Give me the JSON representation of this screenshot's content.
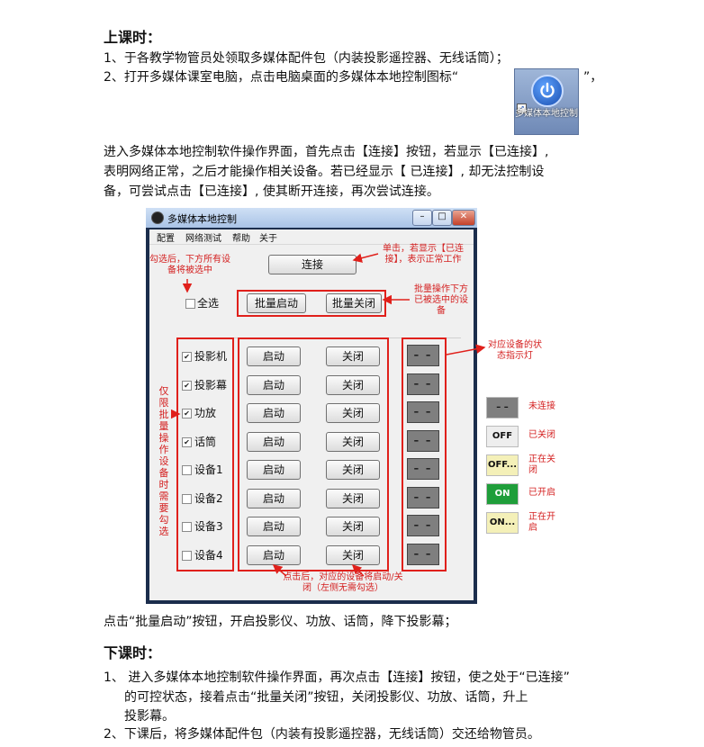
{
  "section1": {
    "heading": "上课时：",
    "item1": "1、于各教学物管员处领取多媒体配件包（内装投影遥控器、无线话筒）；",
    "item2": "2、打开多媒体课室电脑，点击电脑桌面的多媒体本地控制图标“",
    "item2_end": "”，",
    "para_line1": "进入多媒体本地控制软件操作界面，首先点击【连接】按钮，若显示【已连接】,",
    "para_line2": "表明网络正常，之后才能操作相关设备。若已经显示【 已连接】, 却无法控制设",
    "para_line3": "备，可尝试点击【已连接】, 使其断开连接，再次尝试连接。",
    "after_image": "点击“批量启动”按钮，开启投影仪、功放、话筒，降下投影幕；"
  },
  "desktop_icon": {
    "label": "多媒体本地控制",
    "icon": "power-icon"
  },
  "app": {
    "title": "多媒体本地控制",
    "window_buttons": [
      "minimize-icon",
      "maximize-icon",
      "close-icon"
    ],
    "menu": [
      "配置",
      "网络测试",
      "帮助",
      "关于"
    ],
    "connect_label": "连接",
    "select_all_label": "全选",
    "batch_start_label": "批量启动",
    "batch_stop_label": "批量关闭",
    "devices": [
      {
        "name": "投影机",
        "checked": true
      },
      {
        "name": "投影幕",
        "checked": true
      },
      {
        "name": "功放",
        "checked": true
      },
      {
        "name": "话筒",
        "checked": true
      },
      {
        "name": "设备1",
        "checked": false
      },
      {
        "name": "设备2",
        "checked": false
      },
      {
        "name": "设备3",
        "checked": false
      },
      {
        "name": "设备4",
        "checked": false
      }
    ],
    "start_label": "启动",
    "stop_label": "关闭",
    "status_text": "– –"
  },
  "annotations": {
    "select_all_note": "勾选后，下方所有设备将被选中",
    "connect_note": "单击，若显示【已连接】，表示正常工作",
    "batch_note": "批量操作下方已被选中的设备",
    "indicator_note": "对应设备的状态指示灯",
    "vertical_note": "仅限批量操作设备时需要勾选",
    "start_stop_note": "点击后，对应的设备将启动/关闭（左侧无需勾选）"
  },
  "legend": [
    {
      "badge": "– –",
      "text": "未连接",
      "bg": "#7f7f7f"
    },
    {
      "badge": "OFF",
      "text": "已关闭",
      "bg": "#eeeeee"
    },
    {
      "badge": "OFF...",
      "text": "正在关闭",
      "bg": "#f4f0b8"
    },
    {
      "badge": "ON",
      "text": "已开启",
      "bg": "#1f9e3a"
    },
    {
      "badge": "ON...",
      "text": "正在开启",
      "bg": "#f4f0b8"
    }
  ],
  "section2": {
    "heading": "下课时：",
    "item1_line1": "1、 进入多媒体本地控制软件操作界面，再次点击【连接】按钮，使之处于“已连接”",
    "item1_line2": "的可控状态，接着点击“批量关闭”按钮，关闭投影仪、功放、话筒，升上",
    "item1_line3": "投影幕。",
    "item2": "2、下课后，将多媒体配件包（内装有投影遥控器，无线话筒）交还给物管员。"
  }
}
